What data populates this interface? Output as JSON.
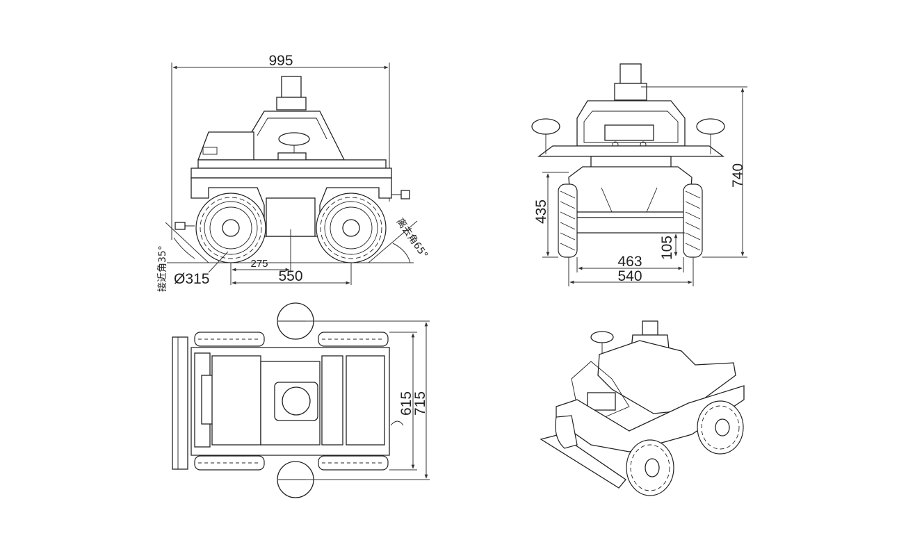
{
  "views": {
    "side": {
      "overall_length": "995",
      "wheelbase": "550",
      "half_wheelbase": "275",
      "wheel_diameter": "Ø315",
      "approach_angle": "接近角35°",
      "departure_angle": "离去角65°"
    },
    "front": {
      "overall_height": "740",
      "body_height": "435",
      "ground_clearance": "105",
      "track_inner": "463",
      "track_outer": "540"
    },
    "top": {
      "inner_width": "615",
      "overall_width": "715"
    },
    "iso": {}
  },
  "colors": {
    "line": "#222222",
    "background": "#ffffff"
  }
}
